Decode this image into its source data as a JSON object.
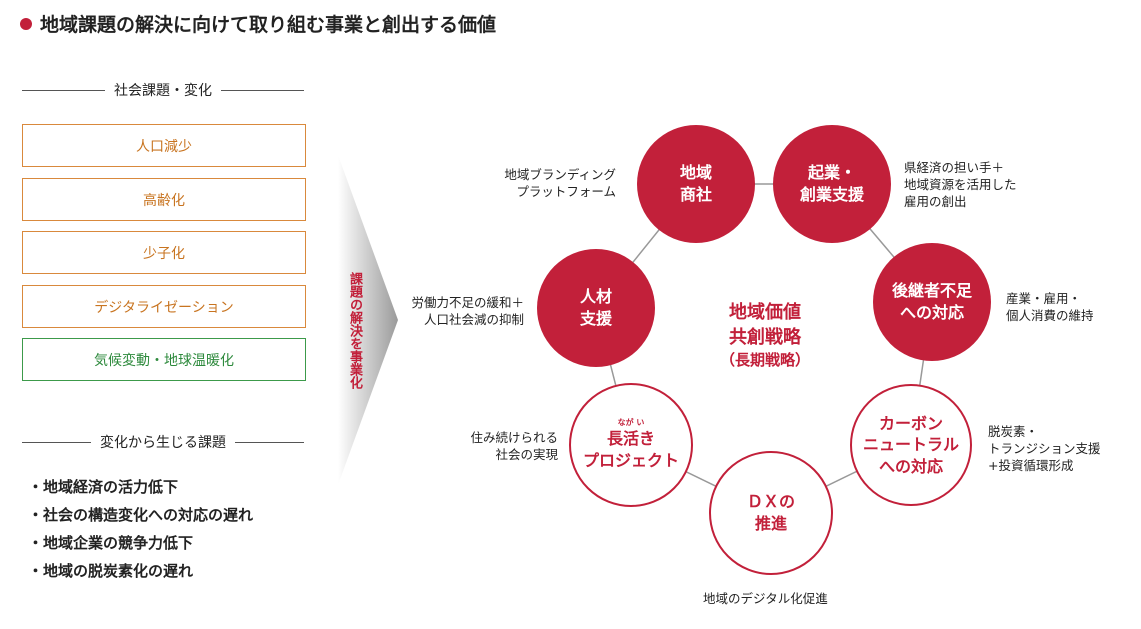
{
  "title": "地域課題の解決に向けて取り組む事業と創出する価値",
  "left": {
    "section1": "社会課題・変化",
    "issues": [
      "人口減少",
      "高齢化",
      "少子化",
      "デジタライゼーション",
      "気候変動・地球温暖化"
    ],
    "section2": "変化から生じる課題",
    "bullets": [
      "・地域経済の活力低下",
      "・社会の構造変化への対応の遅れ",
      "・地域企業の競争力低下",
      "・地域の脱炭素化の遅れ"
    ]
  },
  "arrow_label": "課題の解決を事業化",
  "center": {
    "line1": "地域価値",
    "line2": "共創戦略",
    "line3": "（長期戦略）"
  },
  "circles": {
    "shosha": {
      "l1": "地域",
      "l2": "商社",
      "note1": "地域ブランディング",
      "note2": "プラットフォーム"
    },
    "kigyo": {
      "l1": "起業・",
      "l2": "創業支援",
      "note1": "県経済の担い手＋",
      "note2": "地域資源を活用した",
      "note3": "雇用の創出"
    },
    "koukeisha": {
      "l1": "後継者不足",
      "l2": "への対応",
      "note1": "産業・雇用・",
      "note2": "個人消費の維持"
    },
    "carbon": {
      "l1": "カーボン",
      "l2": "ニュートラル",
      "l3": "への対応",
      "note1": "脱炭素・",
      "note2": "トランジション支援",
      "note3": "+投資循環形成"
    },
    "dx": {
      "l1": "ＤＸの",
      "l2": "推進",
      "note1": "地域のデジタル化促進"
    },
    "nagaiki": {
      "ruby": "なが い",
      "l1": "長活き",
      "l2": "プロジェクト",
      "note1": "住み続けられる",
      "note2": "社会の実現"
    },
    "jinzai": {
      "l1": "人材",
      "l2": "支援",
      "note1": "労働力不足の緩和＋",
      "note2": "人口社会減の抑制"
    }
  },
  "colors": {
    "accent": "#c2203a",
    "orange": "#c87420",
    "green": "#2e8a3d"
  }
}
